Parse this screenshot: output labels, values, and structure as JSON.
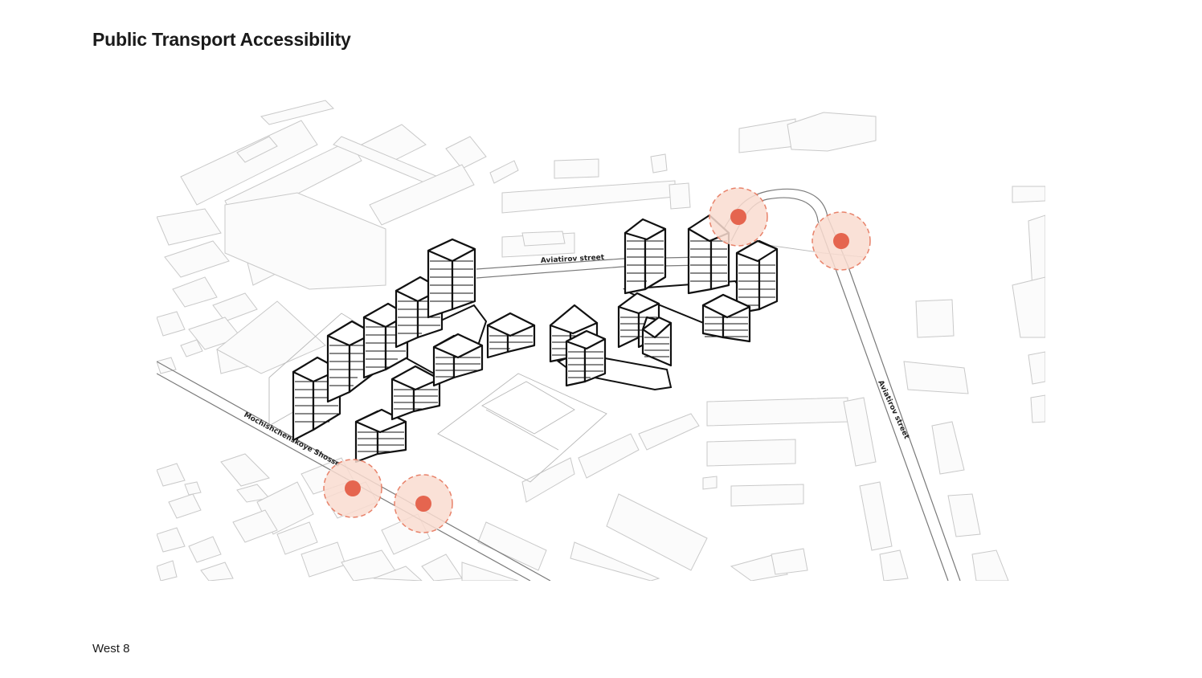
{
  "header": {
    "title": "Public Transport Accessibility"
  },
  "footer": {
    "label": "West 8"
  },
  "diagram": {
    "street_labels": [
      "Aviatirov street",
      "Aviatirov street",
      "Mochishchenskoye Shosse"
    ],
    "transport_stops": 4,
    "colors": {
      "stop_dot": "#e5654f",
      "stop_halo": "#f9dcd0",
      "building_outline": "#111111",
      "context_outline": "#c9c9c9"
    }
  }
}
